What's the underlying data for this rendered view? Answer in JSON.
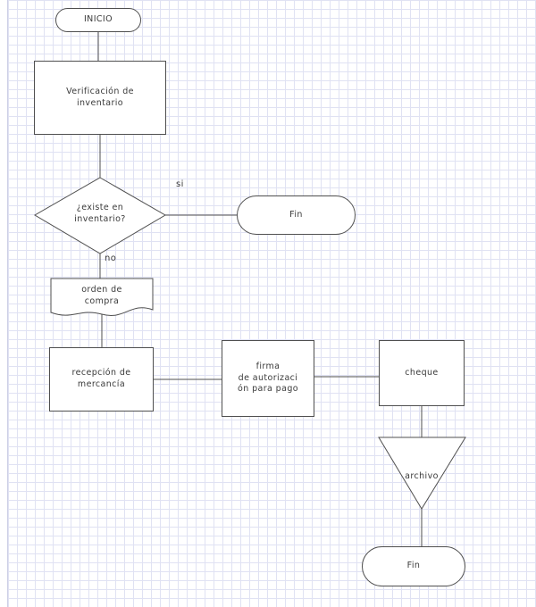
{
  "diagram": {
    "colors": {
      "stroke": "#4f4f4f",
      "shape_fill": "#ffffff",
      "grid": "#e0e2f3",
      "text": "#3a3a3a"
    },
    "nodes": {
      "inicio": {
        "type": "terminator",
        "label": "INICIO"
      },
      "verificacion": {
        "type": "process",
        "label": "Verificación de\ninventario"
      },
      "decision": {
        "type": "decision",
        "label": "¿existe en\ninventario?"
      },
      "fin_si": {
        "type": "terminator",
        "label": "Fin"
      },
      "orden": {
        "type": "document",
        "label": "orden de\ncompra"
      },
      "recepcion": {
        "type": "process",
        "label": "recepción de\nmercancía"
      },
      "firma": {
        "type": "process",
        "label": "firma\nde autorizaci\nón para pago"
      },
      "cheque": {
        "type": "process",
        "label": "cheque"
      },
      "archivo": {
        "type": "offline-storage",
        "label": "archivo"
      },
      "fin_final": {
        "type": "terminator",
        "label": "Fin"
      }
    },
    "edge_labels": {
      "si": "si",
      "no": "no"
    }
  }
}
